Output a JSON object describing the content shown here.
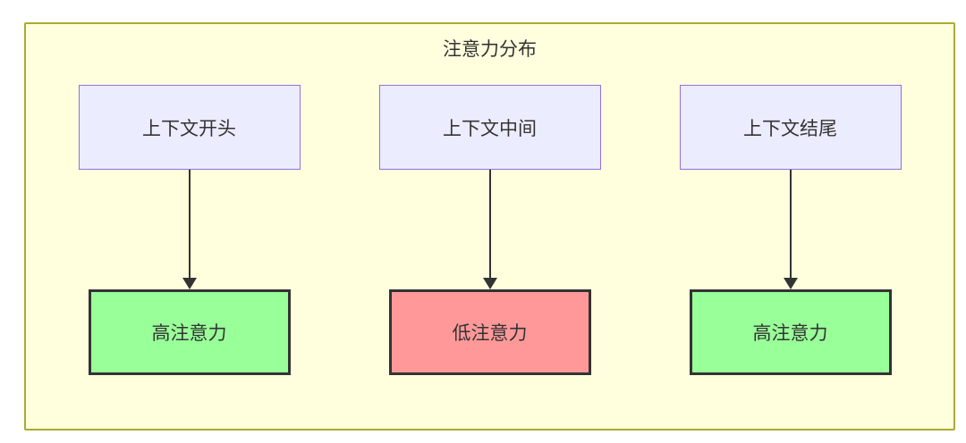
{
  "diagram": {
    "title": "注意力分布",
    "columns": [
      {
        "source": "上下文开头",
        "target": "高注意力",
        "target_type": "high"
      },
      {
        "source": "上下文中间",
        "target": "低注意力",
        "target_type": "low"
      },
      {
        "source": "上下文结尾",
        "target": "高注意力",
        "target_type": "high"
      }
    ],
    "colors": {
      "canvas_bg": "#FFFFDE",
      "canvas_border": "#AAAA33",
      "source_fill": "#ECECFF",
      "source_border": "#9370DB",
      "high_fill": "#99FF99",
      "low_fill": "#FF9999",
      "target_border": "#333333",
      "arrow": "#333333",
      "text": "#333333"
    }
  }
}
